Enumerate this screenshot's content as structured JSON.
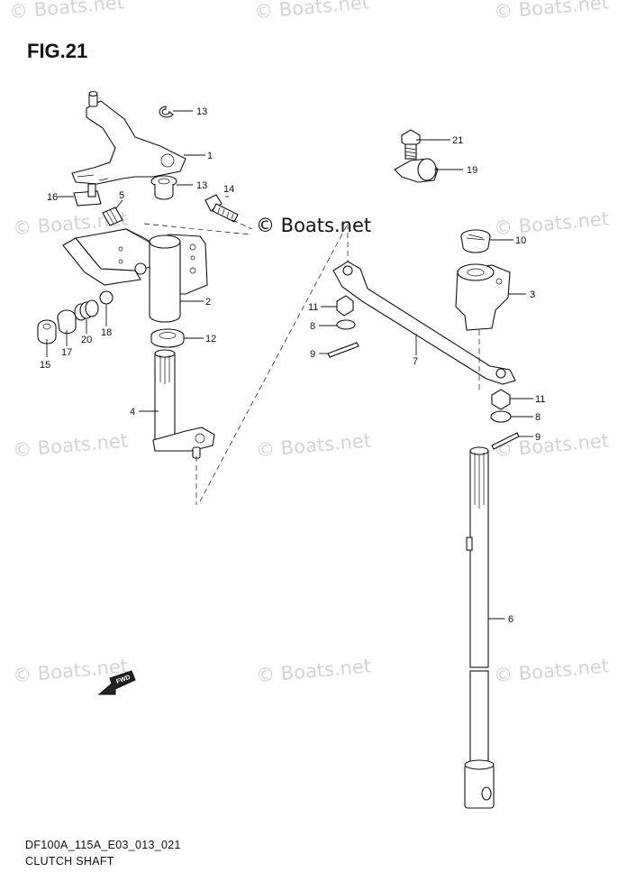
{
  "figure": {
    "title": "FIG.21"
  },
  "watermarks": [
    "© Boats.net",
    "© Boats.net",
    "© Boats.net",
    "© Boats.net",
    "© Boats.net",
    "© Boats.net",
    "© Boats.net",
    "© Boats.net",
    "© Boats.net",
    "© Boats.net"
  ],
  "main_watermark": "© Boats.net",
  "parts": [
    {
      "ref": "1"
    },
    {
      "ref": "2"
    },
    {
      "ref": "3"
    },
    {
      "ref": "4"
    },
    {
      "ref": "5"
    },
    {
      "ref": "6"
    },
    {
      "ref": "7"
    },
    {
      "ref": "8"
    },
    {
      "ref": "8"
    },
    {
      "ref": "9"
    },
    {
      "ref": "9"
    },
    {
      "ref": "10"
    },
    {
      "ref": "11"
    },
    {
      "ref": "11"
    },
    {
      "ref": "12"
    },
    {
      "ref": "13"
    },
    {
      "ref": "13"
    },
    {
      "ref": "14"
    },
    {
      "ref": "15"
    },
    {
      "ref": "16"
    },
    {
      "ref": "17"
    },
    {
      "ref": "18"
    },
    {
      "ref": "19"
    },
    {
      "ref": "20"
    },
    {
      "ref": "21"
    }
  ],
  "direction_marker": "FWD",
  "footer": {
    "model_code": "DF100A_115A_E03_013_021",
    "section_name": "CLUTCH SHAFT"
  }
}
